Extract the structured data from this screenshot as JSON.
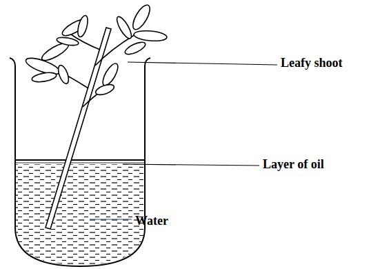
{
  "diagram": {
    "labels": [
      "Leafy shoot",
      "Layer of oil",
      "Water"
    ]
  }
}
